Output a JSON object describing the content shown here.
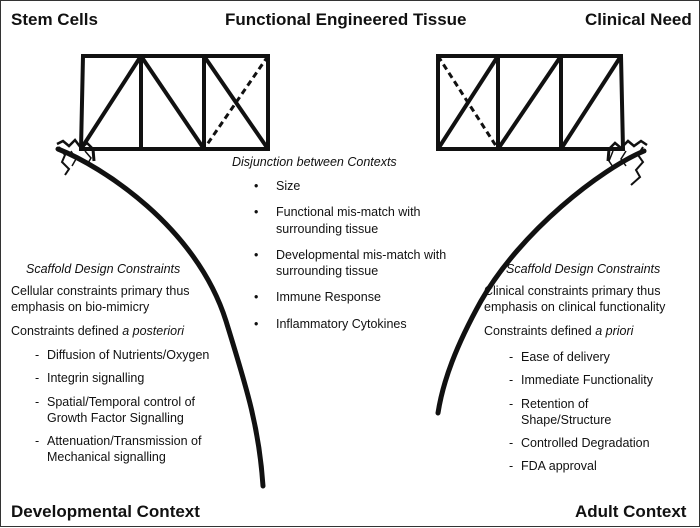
{
  "headings": {
    "top_left": "Stem Cells",
    "top_center": "Functional Engineered Tissue",
    "top_right": "Clinical Need",
    "bottom_left": "Developmental Context",
    "bottom_right": "Adult Context"
  },
  "middle": {
    "title": "Disjunction between Contexts",
    "items": [
      "Size",
      "Functional mis-match with surrounding tissue",
      "Developmental mis-match with surrounding tissue",
      "Immune Response",
      "Inflammatory Cytokines"
    ]
  },
  "left": {
    "title": "Scaffold Design Constraints",
    "intro_line1": "Cellular constraints primary thus",
    "intro_line2": "emphasis on bio-mimicry",
    "constraints_prefix": "Constraints defined ",
    "constraints_emph": "a posteriori",
    "items": [
      "Diffusion of Nutrients/Oxygen",
      "Integrin signalling",
      "Spatial/Temporal control of Growth Factor Signalling",
      "Attenuation/Transmission of Mechanical signalling"
    ]
  },
  "right": {
    "title": "Scaffold Design Constraints",
    "intro_line1": "Clinical constraints primary thus",
    "intro_line2": "emphasis on clinical functionality",
    "constraints_prefix": "Constraints defined ",
    "constraints_emph": "a priori",
    "items": [
      "Ease of delivery",
      "Immediate Functionality",
      "Retention of Shape/Structure",
      "Controlled Degradation",
      "FDA approval"
    ]
  },
  "bullets": {
    "middle": "•",
    "side": "-"
  }
}
